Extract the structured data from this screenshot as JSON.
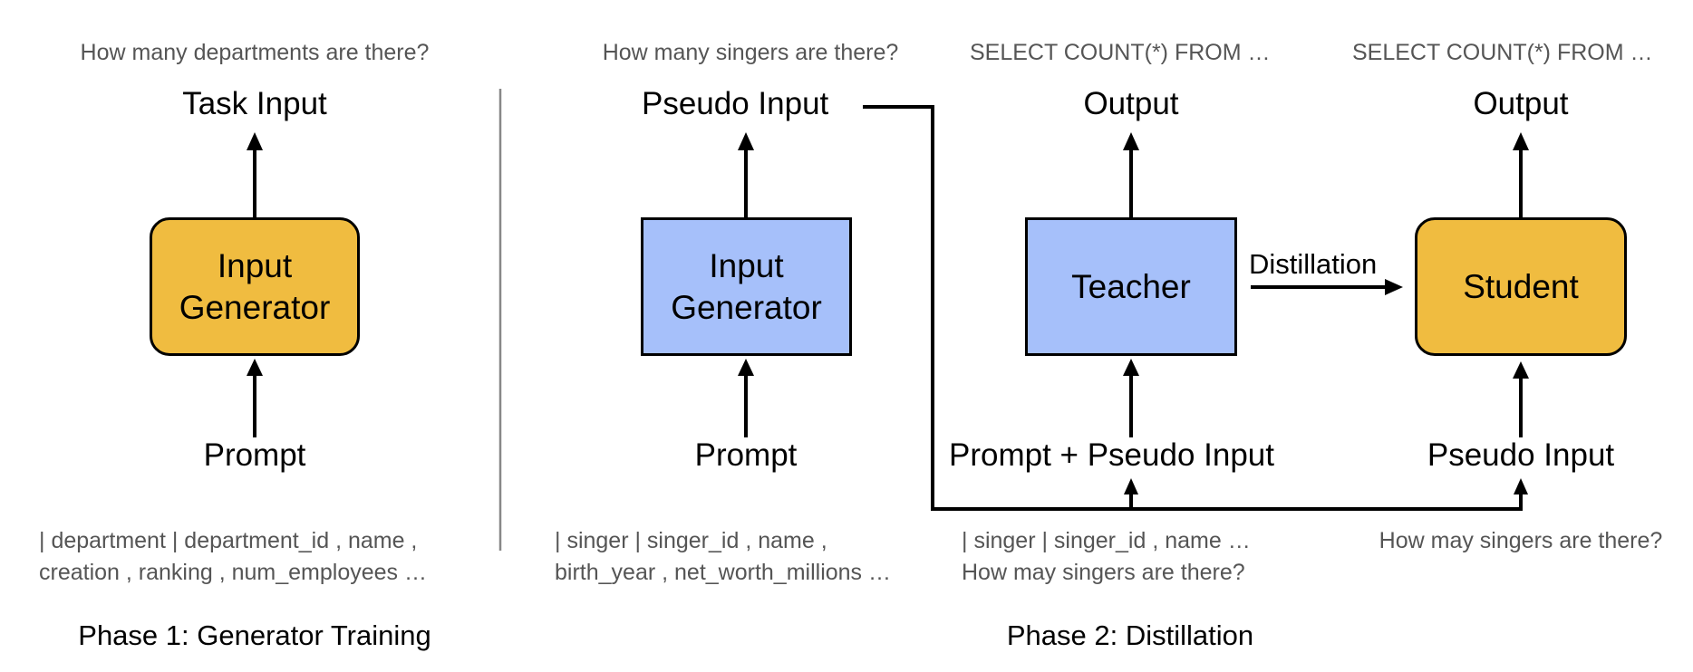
{
  "phase1": {
    "example_question": "How many departments are there?",
    "task_input_label": "Task Input",
    "generator_box": {
      "line1": "Input",
      "line2": "Generator",
      "color": "#f0bc40"
    },
    "prompt_label": "Prompt",
    "schema_line1": "| department | department_id , name ,",
    "schema_line2": "creation , ranking , num_employees …",
    "caption": "Phase 1: Generator Training"
  },
  "phase2": {
    "generator": {
      "example_question": "How many singers are there?",
      "pseudo_input_label": "Pseudo Input",
      "box": {
        "line1": "Input",
        "line2": "Generator",
        "color": "#a6c0fa"
      },
      "prompt_label": "Prompt",
      "schema_line1": "| singer | singer_id , name ,",
      "schema_line2": "birth_year , net_worth_millions …"
    },
    "teacher": {
      "sql_output": "SELECT  COUNT(*) FROM …",
      "output_label": "Output",
      "box_label": "Teacher",
      "box_color": "#a6c0fa",
      "input_label": "Prompt + Pseudo Input",
      "example_line1": "| singer | singer_id , name …",
      "example_line2": "How may singers are there?"
    },
    "distillation_label": "Distillation",
    "student": {
      "sql_output": "SELECT  COUNT(*) FROM …",
      "output_label": "Output",
      "box_label": "Student",
      "box_color": "#f0bc40",
      "input_label": "Pseudo Input",
      "example_line1": "How may singers are there?"
    },
    "caption": "Phase 2: Distillation"
  }
}
